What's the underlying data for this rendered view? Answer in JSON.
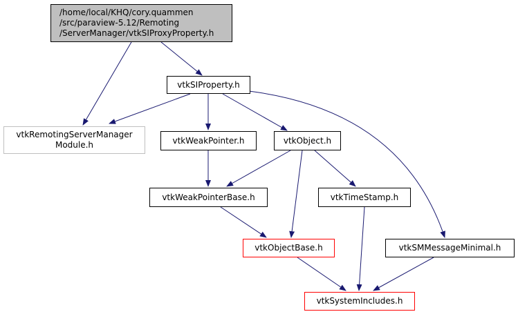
{
  "nodes": {
    "root": [
      "/home/local/KHQ/cory.quammen",
      "/src/paraview-5.12/Remoting",
      "/ServerManager/vtkSIProxyProperty.h"
    ],
    "vtkSIProperty": [
      "vtkSIProperty.h"
    ],
    "vtkRemotingServerManagerModule": [
      "vtkRemotingServerManager",
      "Module.h"
    ],
    "vtkWeakPointer": [
      "vtkWeakPointer.h"
    ],
    "vtkObject": [
      "vtkObject.h"
    ],
    "vtkWeakPointerBase": [
      "vtkWeakPointerBase.h"
    ],
    "vtkTimeStamp": [
      "vtkTimeStamp.h"
    ],
    "vtkObjectBase": [
      "vtkObjectBase.h"
    ],
    "vtkSMMessageMinimal": [
      "vtkSMMessageMinimal.h"
    ],
    "vtkSystemIncludes": [
      "vtkSystemIncludes.h"
    ]
  },
  "colors": {
    "edge": "#191970",
    "root_fill": "#bfbfbf",
    "node_border": "#000000",
    "external_border": "#bfbfbf",
    "missing_border": "#ff0000"
  }
}
